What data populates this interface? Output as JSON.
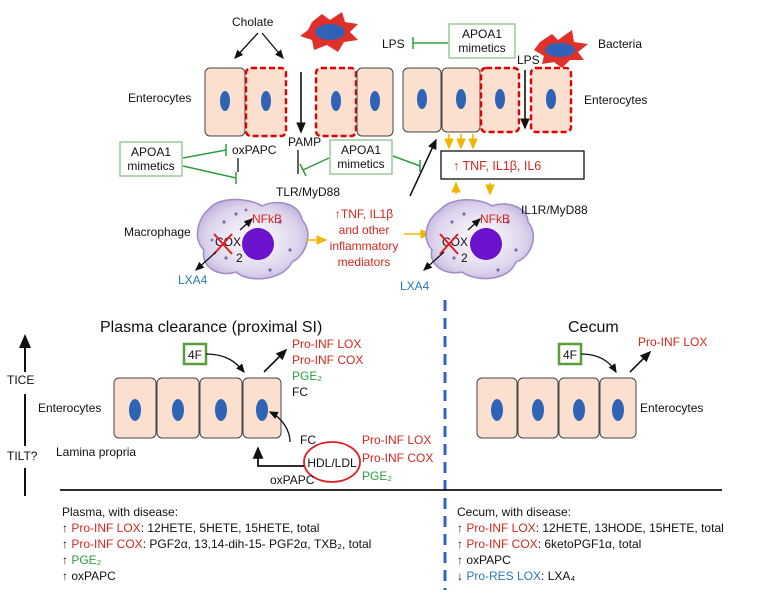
{
  "top": {
    "cholate": "Cholate",
    "lps": "LPS",
    "lps2": "LPS",
    "bacteria": "Bacteria",
    "apoa1_a": [
      "APOA1",
      "mimetics"
    ],
    "apoa1_b": [
      "APOA1",
      "mimetics"
    ],
    "apoa1_c": [
      "APOA1",
      "mimetics"
    ],
    "enterocytes_left": "Enterocytes",
    "enterocytes_right": "Enterocytes",
    "oxpapc": "oxPAPC",
    "pamp": "PAMP",
    "tlr": "TLR/MyD88",
    "il1r": "IL1R/MyD88",
    "cytokine_box": "↑ TNF, IL1β, IL6",
    "macrophage": "Macrophage",
    "nfkb_left": "NFkB",
    "nfkb_right": "NFkB",
    "cox": "COX",
    "cox2": "2",
    "lxa4_left": "LXA4",
    "lxa4_right": "LXA4",
    "mediators": [
      "↑TNF, IL1β",
      "and other",
      "inflammatory",
      "mediators"
    ]
  },
  "bottom_left": {
    "title": "Plasma clearance (proximal SI)",
    "tice": "TICE",
    "tilt": "TILT?",
    "four_f": "4F",
    "enterocytes": "Enterocytes",
    "lamina": "Lamina propria",
    "products": [
      {
        "text": "Pro-INF LOX",
        "color": "red"
      },
      {
        "text": "Pro-INF COX",
        "color": "red"
      },
      {
        "text": "PGE₂",
        "color": "green"
      },
      {
        "text": "FC",
        "color": "black"
      }
    ],
    "fc": "FC",
    "hdl": "HDL/LDL",
    "hdl_products": [
      {
        "text": "Pro-INF LOX",
        "color": "red"
      },
      {
        "text": "Pro-INF COX",
        "color": "red"
      },
      {
        "text": "PGE₂",
        "color": "green"
      }
    ],
    "oxpapc": "oxPAPC"
  },
  "bottom_right": {
    "title": "Cecum",
    "four_f": "4F",
    "product": "Pro-INF LOX",
    "enterocytes": "Enterocytes"
  },
  "plasma_list": {
    "heading": "Plasma, with disease:",
    "rows": [
      {
        "arrow": "↑",
        "label": "Pro-INF LOX",
        "color": "red",
        "rest": ": 12HETE, 5HETE, 15HETE, total"
      },
      {
        "arrow": "↑",
        "label": "Pro-INF COX",
        "color": "red",
        "rest": ": PGF2α, 13,14-dih-15- PGF2α, TXB₂, total"
      },
      {
        "arrow": "↑",
        "label": "PGE₂",
        "color": "green",
        "rest": ""
      },
      {
        "arrow": "↑",
        "label": "oxPAPC",
        "color": "black",
        "rest": ""
      }
    ]
  },
  "cecum_list": {
    "heading": "Cecum, with disease:",
    "rows": [
      {
        "arrow": "↑",
        "label": "Pro-INF LOX",
        "color": "red",
        "rest": ": 12HETE, 13HODE, 15HETE, total"
      },
      {
        "arrow": "↑",
        "label": "Pro-INF COX",
        "color": "red",
        "rest": ": 6ketoPGF1α, total"
      },
      {
        "arrow": "↑",
        "label": "oxPAPC",
        "color": "black",
        "rest": ""
      },
      {
        "arrow": "↓",
        "label": "Pro-RES LOX",
        "color": "blue",
        "rest": ": LXA₄"
      }
    ]
  },
  "colors": {
    "red": "#d7261e",
    "green": "#2e9e3f",
    "blue": "#2a7ab8",
    "black": "#111111"
  }
}
